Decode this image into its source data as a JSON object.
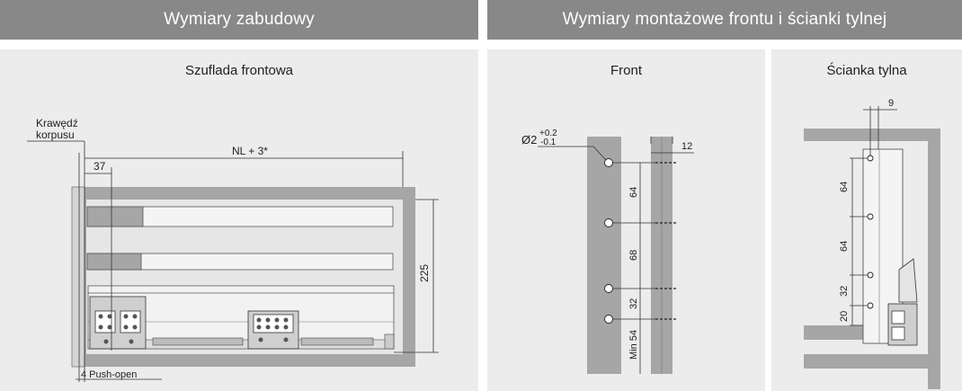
{
  "headers": {
    "left": "Wymiary zabudowy",
    "right": "Wymiary montażowe frontu i ścianki tylnej"
  },
  "panels": {
    "drawer": {
      "title": "Szuflada frontowa",
      "label_edge_1": "Krawędź",
      "label_edge_2": "korpusu",
      "dim_nl": "NL + 3*",
      "dim_37": "37",
      "dim_225": "225",
      "dim_push": "4 Push-open"
    },
    "front": {
      "title": "Front",
      "dia_main": "Ø2",
      "dia_plus": "+0.2",
      "dia_minus": "-0.1",
      "dim_12": "12",
      "dim_64": "64",
      "dim_68": "68",
      "dim_32": "32",
      "dim_min54": "Min 54"
    },
    "back": {
      "title": "Ścianka tylna",
      "dim_9": "9",
      "dim_64a": "64",
      "dim_64b": "64",
      "dim_32": "32",
      "dim_20": "20"
    }
  },
  "colors": {
    "header_bg": "#888888",
    "panel_bg": "#ececec",
    "part_gray": "#a6a6a6",
    "dark_gray": "#8a8a8a",
    "line": "#333333"
  }
}
